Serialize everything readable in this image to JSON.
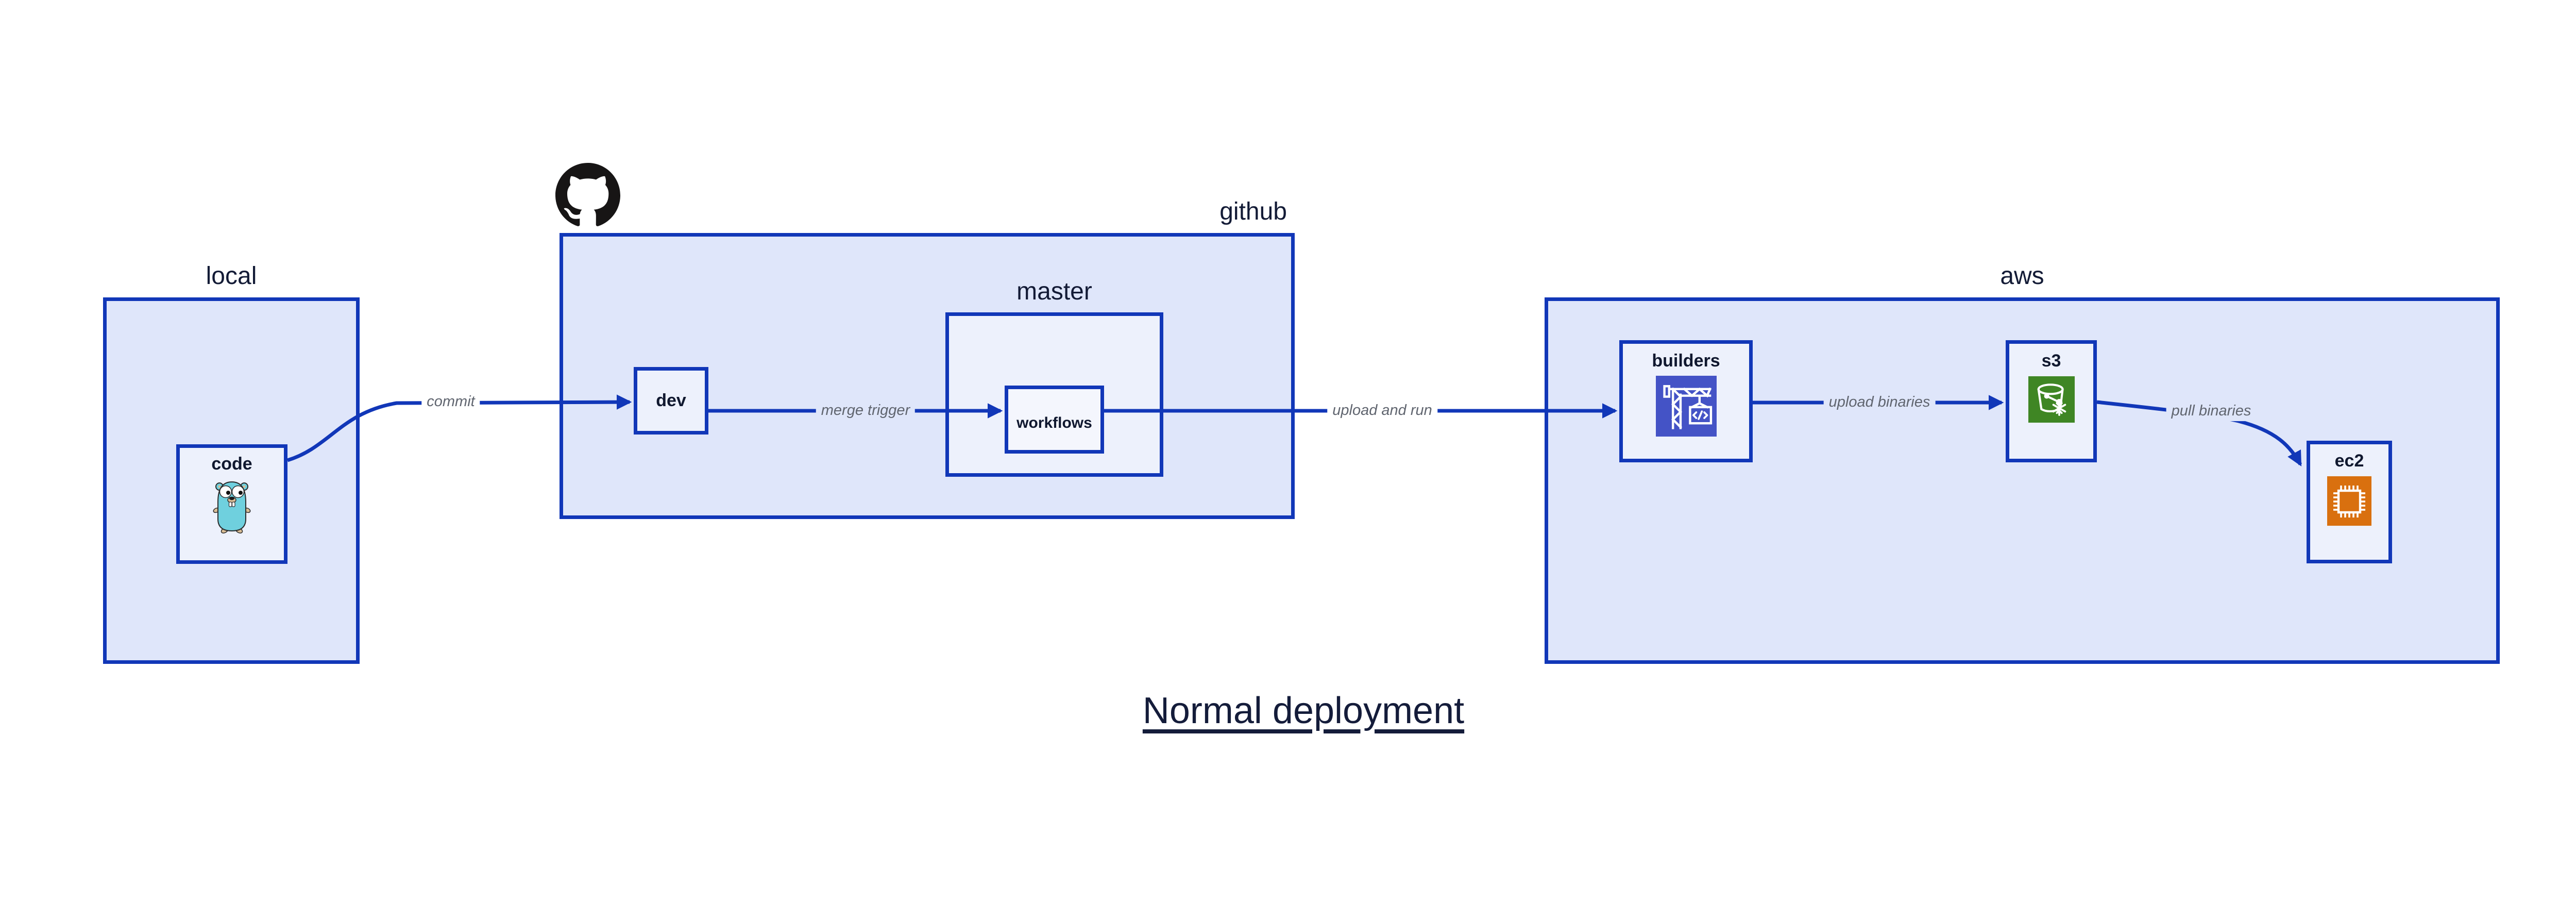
{
  "diagram": {
    "title": "Normal deployment",
    "containers": {
      "local": {
        "label": "local"
      },
      "github": {
        "label": "github"
      },
      "master": {
        "label": "master"
      },
      "aws": {
        "label": "aws"
      }
    },
    "nodes": {
      "code": {
        "label": "code",
        "icon": "go-gopher-icon"
      },
      "dev": {
        "label": "dev"
      },
      "workflows": {
        "label": "workflows"
      },
      "builders": {
        "label": "builders",
        "icon": "aws-codebuild-icon"
      },
      "s3": {
        "label": "s3",
        "icon": "aws-s3-icon"
      },
      "ec2": {
        "label": "ec2",
        "icon": "aws-ec2-icon"
      }
    },
    "edges": [
      {
        "from": "code",
        "to": "dev",
        "label": "commit"
      },
      {
        "from": "dev",
        "to": "workflows",
        "label": "merge trigger"
      },
      {
        "from": "workflows",
        "to": "builders",
        "label": "upload and run"
      },
      {
        "from": "builders",
        "to": "s3",
        "label": "upload binaries"
      },
      {
        "from": "s3",
        "to": "ec2",
        "label": "pull binaries"
      }
    ],
    "header_icon": "github-octocat-icon",
    "colors": {
      "background": "#ffffff",
      "stroke_blue": "#1137b8",
      "container_fill": "#dfe6fa",
      "node_fill": "#edf1fc",
      "nested_node_fill": "#f4f6fd",
      "label_navy": "#131b36",
      "edge_label_gray": "#60656f",
      "octocat_black": "#171515",
      "codebuild_indigo": "#4453c6",
      "s3_green": "#3f8624",
      "ec2_orange": "#d9700f",
      "gopher_teal": "#6fd0de",
      "gopher_tan": "#d9bd95"
    }
  }
}
